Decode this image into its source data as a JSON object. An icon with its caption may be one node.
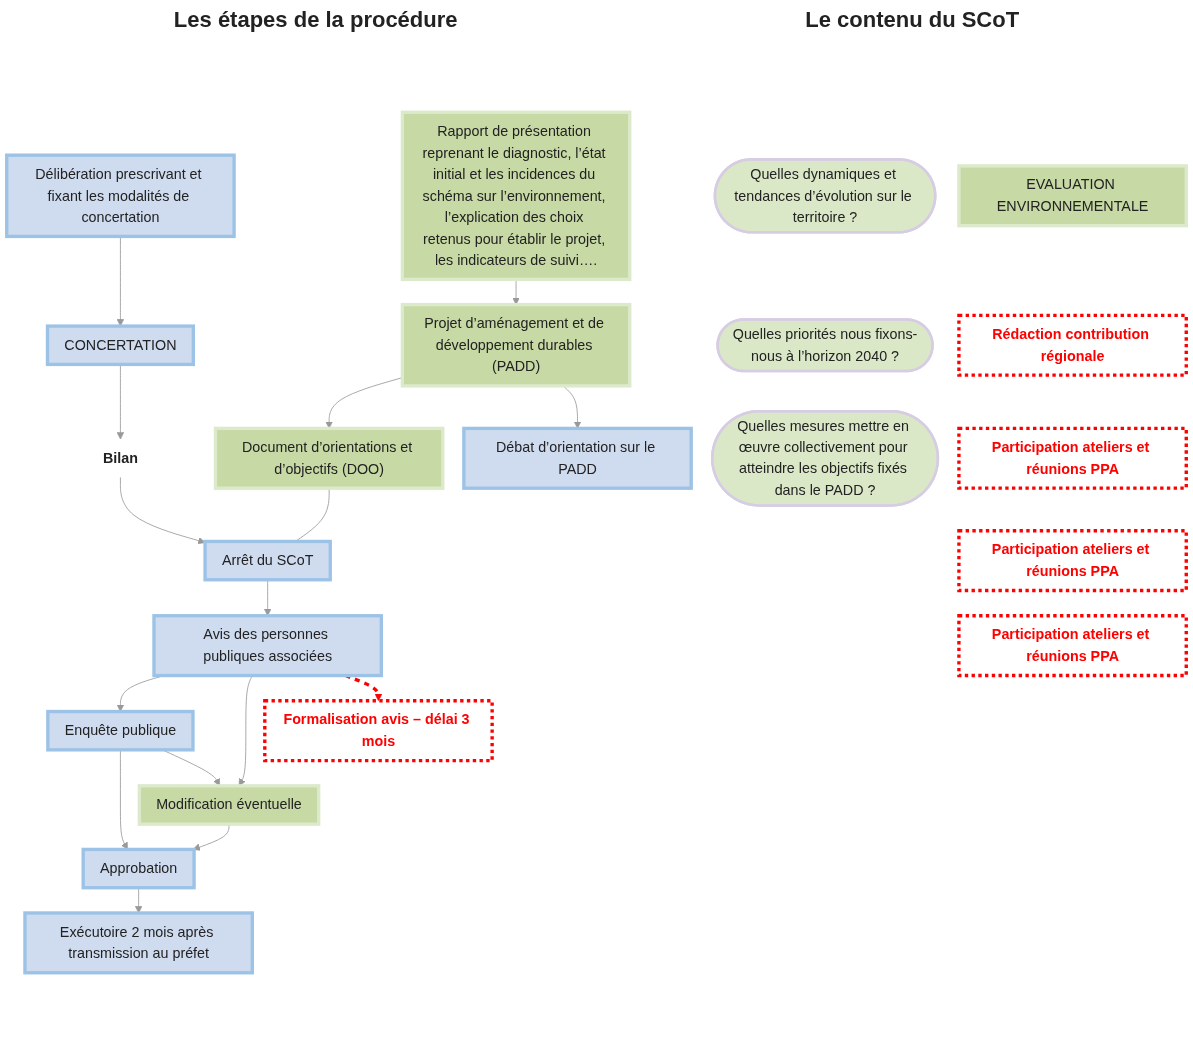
{
  "diagram": {
    "nodes": [
      {
        "text": [
          "Délibération prescrivant et fixant les modalités de concertation"
        ]
      },
      {
        "text": [
          "CONCERTATION"
        ]
      },
      {
        "text": [
          "Débat d’orientation sur le PADD"
        ]
      },
      {
        "text": [
          "Bilan"
        ]
      },
      {
        "text": [
          "Arrêt du SCoT"
        ]
      },
      {
        "text": [
          "Avis des personnes publiques associées"
        ]
      },
      {
        "text": [
          "Enquête publique"
        ]
      },
      {
        "text": [
          "Approbation"
        ]
      },
      {
        "text": [
          "Exécutoire 2 mois après transmission au préfet"
        ]
      },
      {
        "text": [
          "Quelles dynamiques et tendances d’évolution sur le territoire ?"
        ]
      },
      {
        "text": [
          "Rapport de présentation reprenant le diagnostic, l’état initial et les incidences du schéma sur l’environnement, l’explication des choix retenus pour établir le projet, les indicateurs de suivi…."
        ]
      },
      {
        "text": [
          "Quelles priorités nous fixons-nous à l’horizon 2040 ?"
        ]
      },
      {
        "text": [
          "Projet d’aménagement et de développement durables (PADD)"
        ]
      },
      {
        "text": [
          "Quelles mesures mettre en œuvre collectivement pour atteindre les objectifs fixés dans le PADD ?"
        ]
      },
      {
        "text": [
          "Document d’orientations et d’objectifs (DOO)"
        ]
      },
      {
        "text": [
          "Modification éventuelle"
        ]
      },
      {
        "text": [
          "EVALUATION ENVIRONNEMENTALE"
        ]
      },
      {
        "text": [
          "Rédaction contribution régionale"
        ]
      },
      {
        "text": [
          "Participation ateliers et réunions PPA"
        ]
      },
      {
        "text": [
          "Participation ateliers et réunions PPA"
        ]
      },
      {
        "text": [
          "Participation ateliers et réunions PPA"
        ]
      },
      {
        "text": [
          "Formalisation avis – délai 3 mois"
        ]
      }
    ],
    "edges": [
      {
        "from": 0,
        "to": 1,
        "arrow": "to"
      },
      {
        "from": 1,
        "to": 3,
        "arrow": "to"
      },
      {
        "from": 3,
        "to": 4,
        "arrow": "to"
      },
      {
        "from": 10,
        "to": 12,
        "arrow": "to"
      },
      {
        "from": 12,
        "to": 14,
        "arrow": "to"
      },
      {
        "from": 12,
        "to": 2,
        "arrow": "to"
      },
      {
        "from": 14,
        "to": 4,
        "arrow": "none"
      },
      {
        "from": 4,
        "to": 5,
        "arrow": "to"
      },
      {
        "from": 5,
        "to": 6,
        "arrow": "to"
      },
      {
        "from": 6,
        "to": 7,
        "arrow": "to"
      },
      {
        "from": 7,
        "to": 8,
        "arrow": "to"
      },
      {
        "from": 5,
        "to": 15,
        "arrow": "to"
      },
      {
        "from": 6,
        "to": 15,
        "arrow": "to"
      },
      {
        "from": 15,
        "to": 7,
        "arrow": "to"
      },
      {
        "from": 5,
        "to": 21,
        "arrow": "to",
        "style": "dashed",
        "color": "#ff0000"
      }
    ],
    "labels": [
      "Les étapes de la procédure",
      "Le contenu du SCoT"
    ]
  }
}
